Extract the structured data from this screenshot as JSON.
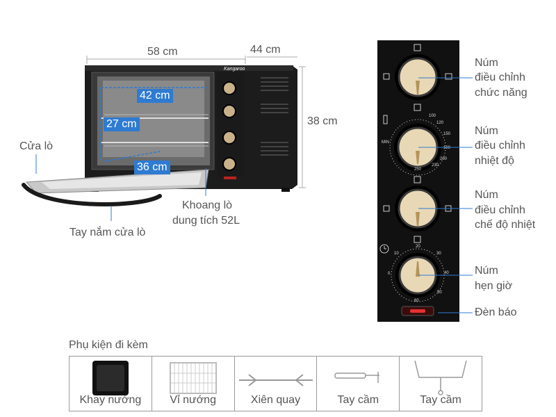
{
  "oven": {
    "brand": "Kangaroo",
    "dim_width": "58 cm",
    "dim_depth": "44 cm",
    "dim_height": "38 cm",
    "inner_width": "42 cm",
    "inner_height": "27 cm",
    "inner_depth": "36 cm",
    "door_label": "Cửa lò",
    "handle_label": "Tay nắm cửa lò",
    "cavity_label_1": "Khoang lò",
    "cavity_label_2": "dung tích 52L"
  },
  "panel": {
    "knob1": [
      "Núm",
      "điều chỉnh",
      "chức năng"
    ],
    "knob2": [
      "Núm",
      "điều chỉnh",
      "nhiệt độ"
    ],
    "knob3": [
      "Núm",
      "điều chỉnh",
      "chế độ nhiệt"
    ],
    "knob4": [
      "Núm",
      "hẹn giờ"
    ],
    "light": "Đèn báo",
    "temp_scale": [
      "100",
      "120",
      "150",
      "180",
      "200",
      "230",
      "250"
    ],
    "temp_min": "MIN",
    "timer_scale": [
      "10",
      "20",
      "30",
      "40",
      "50",
      "60",
      "0"
    ]
  },
  "accessories": {
    "title": "Phụ kiện đi kèm",
    "items": [
      "Khay nướng",
      "Vỉ nướng",
      "Xiên quay",
      "Tay cầm",
      "Tay cầm"
    ]
  }
}
